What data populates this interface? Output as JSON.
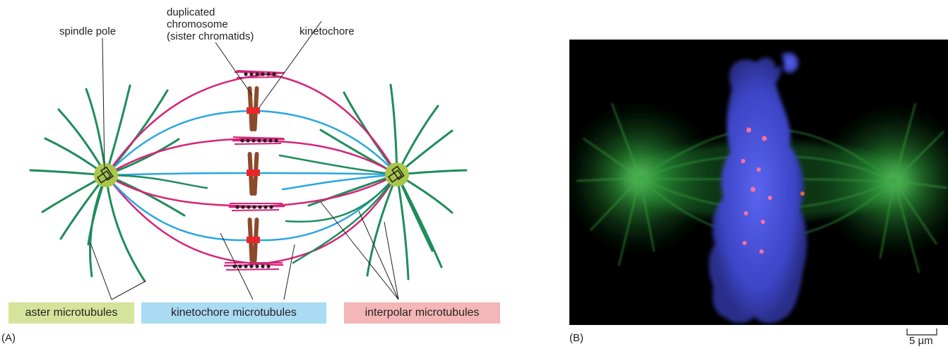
{
  "panel_a": {
    "panel_label": "(A)",
    "labels": {
      "spindle_pole": "spindle pole",
      "duplicated_chromosome": [
        "duplicated",
        "chromosome",
        "(sister chromatids)"
      ],
      "kinetochore": "kinetochore"
    },
    "legend": [
      {
        "text": "aster microtubules",
        "color": "#d6e39a"
      },
      {
        "text": "kinetochore microtubules",
        "color": "#a9dbf3"
      },
      {
        "text": "interpolar microtubules",
        "color": "#f4b6b6"
      }
    ],
    "colors": {
      "aster": "#1e8c5a",
      "kinetochore": "#2aa6e0",
      "interpolar": "#d6247a",
      "chromosome": "#8b4a2b",
      "kinetochore_mark": "#e8262b",
      "pole": "#a8c64a"
    }
  },
  "panel_b": {
    "panel_label": "(B)",
    "scale_bar": "5 µm",
    "colors": {
      "dna": "#4b52d8",
      "microtubules": "#2f9a3a",
      "kinetochores": "#ff6fa0"
    }
  }
}
